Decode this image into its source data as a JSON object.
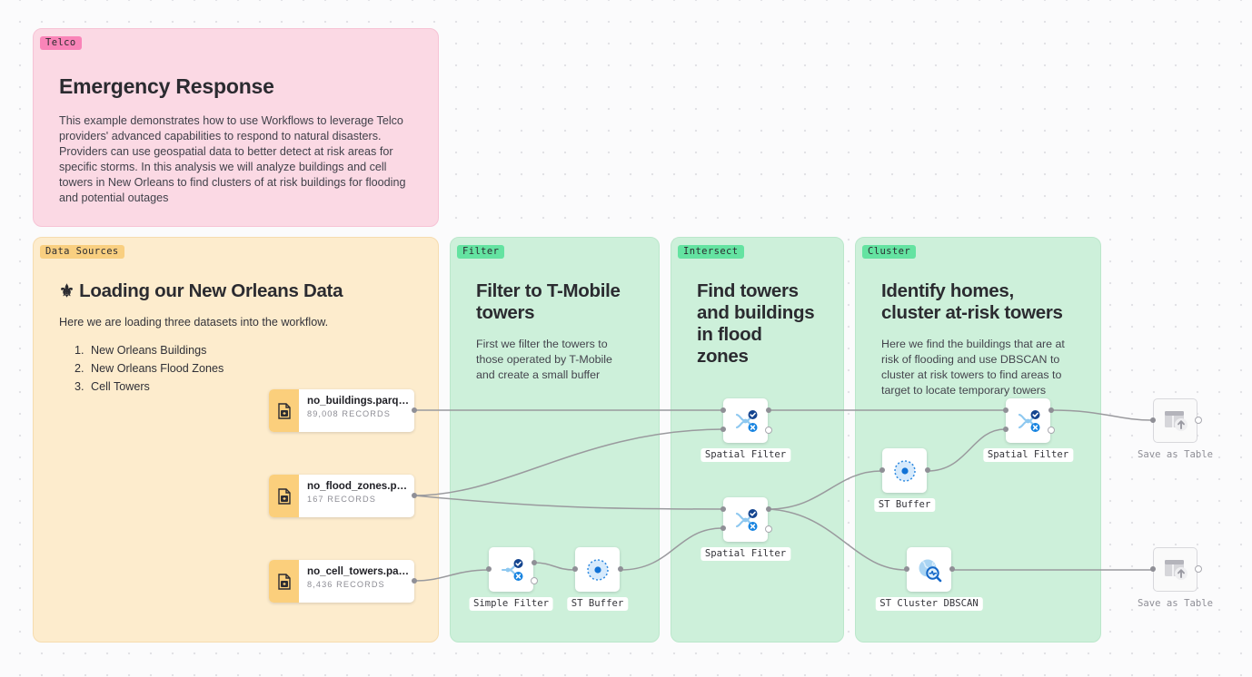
{
  "canvas": {
    "background": "#fbfbfc",
    "dot_color": "#e2e2e6"
  },
  "notes": {
    "telco": {
      "tag": "Telco",
      "title": "Emergency Response",
      "body": "This example demonstrates how to use Workflows to leverage Telco providers' advanced capabilities to respond to natural disasters. Providers can use geospatial data to better detect at risk areas for specific storms. In this analysis we will analyze buildings and cell towers in New Orleans to find clusters of at risk buildings for flooding and potential outages",
      "accent": "#f984b8",
      "background": "#fbd9e4"
    }
  },
  "groups": {
    "data_sources": {
      "tag": "Data Sources",
      "title_emoji": "⚜",
      "title": "Loading our New Orleans Data",
      "subtitle": "Here we are loading three datasets into the workflow.",
      "list": [
        "New Orleans Buildings",
        "New Orleans Flood Zones",
        "Cell Towers"
      ],
      "accent": "#f9cf80",
      "background": "#fdeccd"
    },
    "filter": {
      "tag": "Filter",
      "title": "Filter to T-Mobile towers",
      "body": "First we filter the towers to those operated by T-Mobile and create a small buffer",
      "accent": "#64e3a1",
      "background": "#cdf0da"
    },
    "intersect": {
      "tag": "Intersect",
      "title": "Find towers and buildings in flood zones",
      "body": "",
      "accent": "#64e3a1",
      "background": "#cdf0da"
    },
    "cluster": {
      "tag": "Cluster",
      "title": "Identify homes, cluster at-risk towers",
      "body": "Here we find the buildings that are at risk of flooding and use DBSCAN to cluster at risk towers to find areas to target to locate temporary towers",
      "accent": "#64e3a1",
      "background": "#cdf0da"
    }
  },
  "sources": [
    {
      "name": "no_buildings.parq…",
      "records": "89,008 RECORDS",
      "icon": "file-import-icon"
    },
    {
      "name": "no_flood_zones.p…",
      "records": "167 RECORDS",
      "icon": "file-import-icon"
    },
    {
      "name": "no_cell_towers.pa…",
      "records": "8,436 RECORDS",
      "icon": "file-import-icon"
    }
  ],
  "nodes": {
    "simple_filter": {
      "label": "Simple Filter",
      "icon": "simple-filter-icon"
    },
    "st_buffer_1": {
      "label": "ST Buffer",
      "icon": "st-buffer-icon"
    },
    "spatial_filter_1": {
      "label": "Spatial Filter",
      "icon": "spatial-filter-icon"
    },
    "spatial_filter_2": {
      "label": "Spatial Filter",
      "icon": "spatial-filter-icon"
    },
    "st_buffer_2": {
      "label": "ST Buffer",
      "icon": "st-buffer-icon"
    },
    "st_cluster_dbscan": {
      "label": "ST Cluster DBSCAN",
      "icon": "globe-search-icon"
    },
    "spatial_filter_3": {
      "label": "Spatial Filter",
      "icon": "spatial-filter-icon"
    },
    "save_table_1": {
      "label": "Save as Table",
      "icon": "save-table-icon"
    },
    "save_table_2": {
      "label": "Save as Table",
      "icon": "save-table-icon"
    }
  }
}
